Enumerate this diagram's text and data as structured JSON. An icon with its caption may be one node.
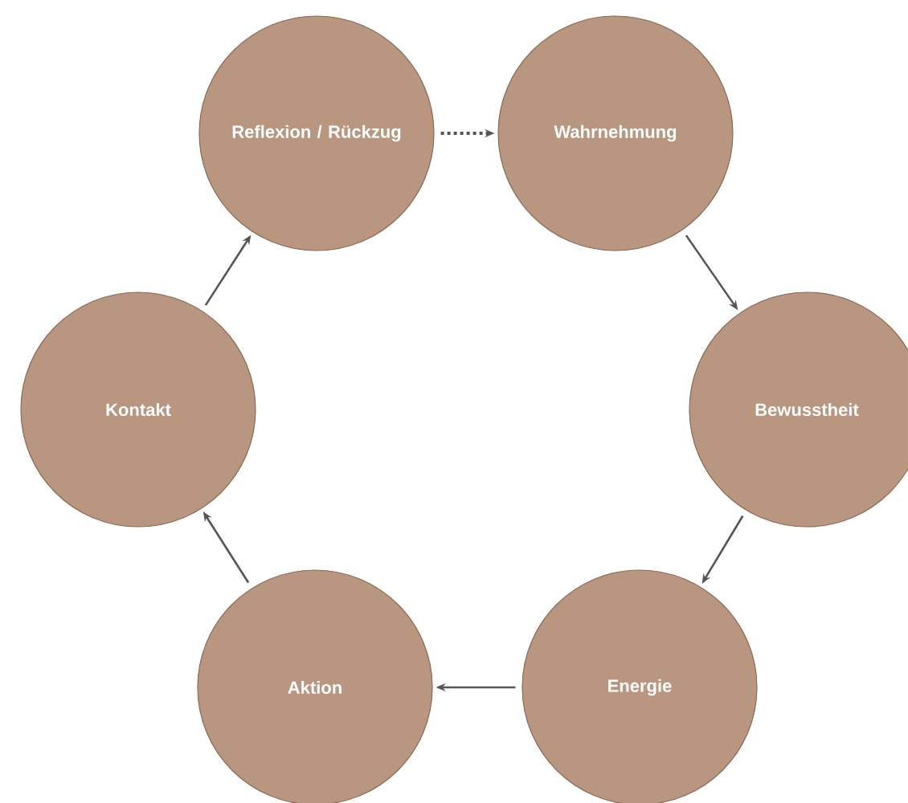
{
  "diagram": {
    "nodes": [
      {
        "text": [
          "Reflexion / Rückzug"
        ]
      },
      {
        "text": [
          "Wahrnehmung"
        ]
      },
      {
        "text": [
          "Bewusstheit"
        ]
      },
      {
        "text": [
          "Energie"
        ]
      },
      {
        "text": [
          "Aktion"
        ]
      },
      {
        "text": [
          "Kontakt"
        ]
      }
    ],
    "edges": [
      {
        "from": 0,
        "to": 1,
        "arrow": "to",
        "style": "dashed"
      },
      {
        "from": 1,
        "to": 2,
        "arrow": "to"
      },
      {
        "from": 2,
        "to": 3,
        "arrow": "to"
      },
      {
        "from": 3,
        "to": 4,
        "arrow": "to"
      },
      {
        "from": 4,
        "to": 5,
        "arrow": "to"
      },
      {
        "from": 5,
        "to": 0,
        "arrow": "to"
      }
    ]
  }
}
